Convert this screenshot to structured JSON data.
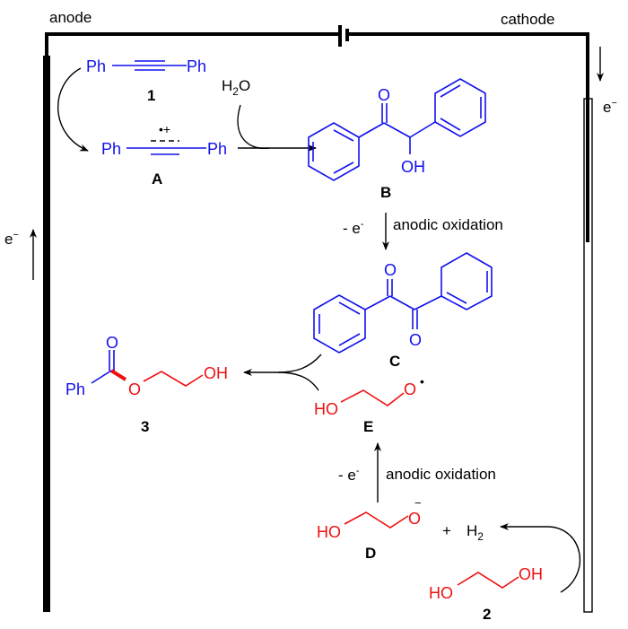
{
  "electrodes": {
    "anode": "anode",
    "cathode": "cathode",
    "electron": "e",
    "electron_charge": "−"
  },
  "compounds": {
    "c1": {
      "left": "Ph",
      "right": "Ph",
      "label": "1"
    },
    "A": {
      "left": "Ph",
      "right": "Ph",
      "charge": "•+",
      "label": "A"
    },
    "water": {
      "h": "H",
      "sub": "2",
      "o": "O"
    },
    "B": {
      "o": "O",
      "oh": "OH",
      "label": "B"
    },
    "C": {
      "o1": "O",
      "o2": "O",
      "label": "C"
    },
    "c3": {
      "ph": "Ph",
      "o_carbonyl": "O",
      "o_ester": "O",
      "oh": "OH",
      "label": "3"
    },
    "E": {
      "ho": "HO",
      "o": "O",
      "radical": "•",
      "label": "E"
    },
    "D": {
      "ho": "HO",
      "o": "O",
      "charge": "−",
      "label": "D"
    },
    "H2": {
      "plus": "+",
      "h": "H",
      "sub": "2"
    },
    "c2": {
      "ho": "HO",
      "oh": "OH",
      "label": "2"
    }
  },
  "steps": {
    "step1": {
      "minus_e": "- e",
      "sup": "-",
      "text": "anodic oxidation"
    },
    "step2": {
      "minus_e": "- e",
      "sup": "-",
      "text": "anodic oxidation"
    }
  },
  "colors": {
    "reactant": "#1010ee",
    "glycol": "#ee1010",
    "circuit": "#000000"
  }
}
